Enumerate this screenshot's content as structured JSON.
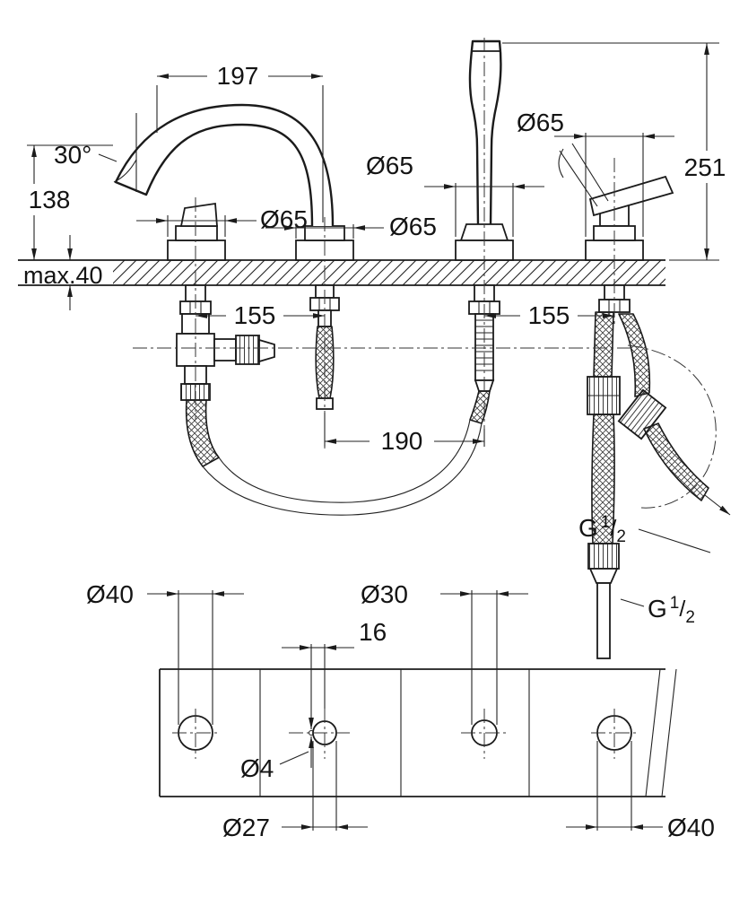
{
  "colors": {
    "background": "#ffffff",
    "line": "#1b1b1b"
  },
  "side_view": {
    "spout_reach": "197",
    "spout_angle": "30°",
    "spout_outlet_height": "138",
    "deck_thickness": "max.40",
    "escutcheon_dia_1": "Ø65",
    "escutcheon_dia_2": "Ø65",
    "escutcheon_dia_3": "Ø65",
    "escutcheon_dia_4": "Ø65",
    "overall_height": "251",
    "hole_spacing_1_2": "155",
    "hole_spacing_3_4": "155",
    "hole_spacing_2_3": "190",
    "thread_a": {
      "base": "G",
      "num": "1",
      "slash": "/",
      "den": "2"
    },
    "thread_b": {
      "base": "G",
      "num": "1",
      "slash": "/",
      "den": "2"
    }
  },
  "plan_view": {
    "hole1_dia": "Ø40",
    "hole2_dia": "Ø27",
    "hole3_dia": "Ø30",
    "hole4_dia": "Ø40",
    "pilot_hole_dia": "Ø4",
    "pilot_offset": "16"
  }
}
